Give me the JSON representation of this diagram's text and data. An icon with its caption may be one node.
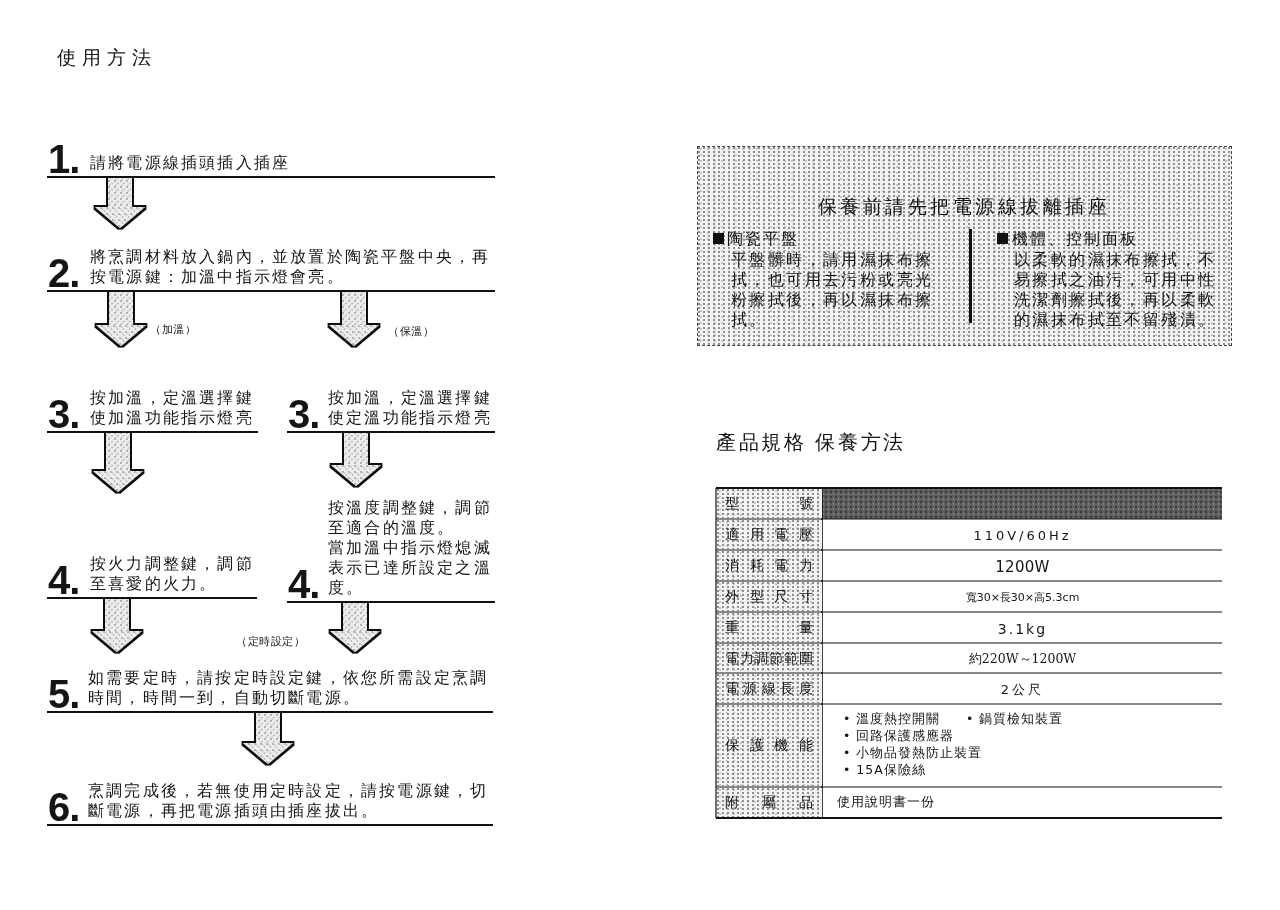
{
  "diagram": {
    "title": "使用方法",
    "nodes": [
      {
        "text": [
          "1.",
          "請將電源線插頭插入插座"
        ]
      },
      {
        "text": [
          "2.",
          "將烹調材料放入鍋內，並放置於陶瓷平盤中央，再按電源鍵：加溫中指示燈會亮。"
        ]
      },
      {
        "text": [
          "3.",
          "按加溫，定溫選擇鍵使加溫功能指示燈亮"
        ]
      },
      {
        "text": [
          "3.",
          "按加溫，定溫選擇鍵使定溫功能指示燈亮"
        ]
      },
      {
        "text": [
          "4.",
          "按火力調整鍵，調節至喜愛的火力。"
        ]
      },
      {
        "text": [
          "4.",
          "按溫度調整鍵，調節至適合的溫度。",
          "當加溫中指示燈熄滅表示已達所設定之溫度。"
        ]
      },
      {
        "text": [
          "5.",
          "如需要定時，請按定時設定鍵，依您所需設定烹調時間，時間一到，自動切斷電源。"
        ]
      },
      {
        "text": [
          "6.",
          "烹調完成後，若無使用定時設定，請按電源鍵，切斷電源，再把電源插頭由插座拔出。"
        ]
      },
      {
        "text": [
          "保養前請先把電源線拔離插座",
          "陶瓷平盤",
          "平盤髒時，請用濕抹布擦拭，也可用去污粉或亮光粉擦拭後，再以濕抹布擦拭。",
          "機體、控制面板",
          "以柔軟的濕抹布擦拭，不易擦拭之油污，可用中性洗潔劑擦拭後，再以柔軟的濕抹布拭至不留殘漬。"
        ]
      }
    ],
    "edges": [
      {
        "from": 0,
        "to": 1,
        "arrow": "to"
      },
      {
        "from": 1,
        "to": 2,
        "arrow": "to",
        "label": "（加溫）"
      },
      {
        "from": 1,
        "to": 3,
        "arrow": "to",
        "label": "（保溫）"
      },
      {
        "from": 2,
        "to": 4,
        "arrow": "to"
      },
      {
        "from": 3,
        "to": 5,
        "arrow": "to"
      },
      {
        "from": 4,
        "to": 6,
        "arrow": "to"
      },
      {
        "from": 5,
        "to": 6,
        "arrow": "to"
      },
      {
        "from": 6,
        "to": 7,
        "arrow": "to"
      }
    ],
    "labels": [
      "（定時設定）",
      "產品規格 保養方法",
      "型號",
      "適用電壓",
      "110V/60Hz",
      "消耗電力",
      "1200W",
      "外型尺寸",
      "寬30×長30×高5.3cm",
      "重量",
      "3.1kg",
      "電力調節範圍",
      "約220W～1200W",
      "電源線長度",
      "2公尺",
      "保護機能",
      "• 溫度熱控開關",
      "• 鍋質檢知裝置",
      "• 回路保護感應器",
      "• 小物品發熱防止裝置",
      "• 15A保險絲",
      "附屬品",
      "使用說明書一份"
    ]
  }
}
